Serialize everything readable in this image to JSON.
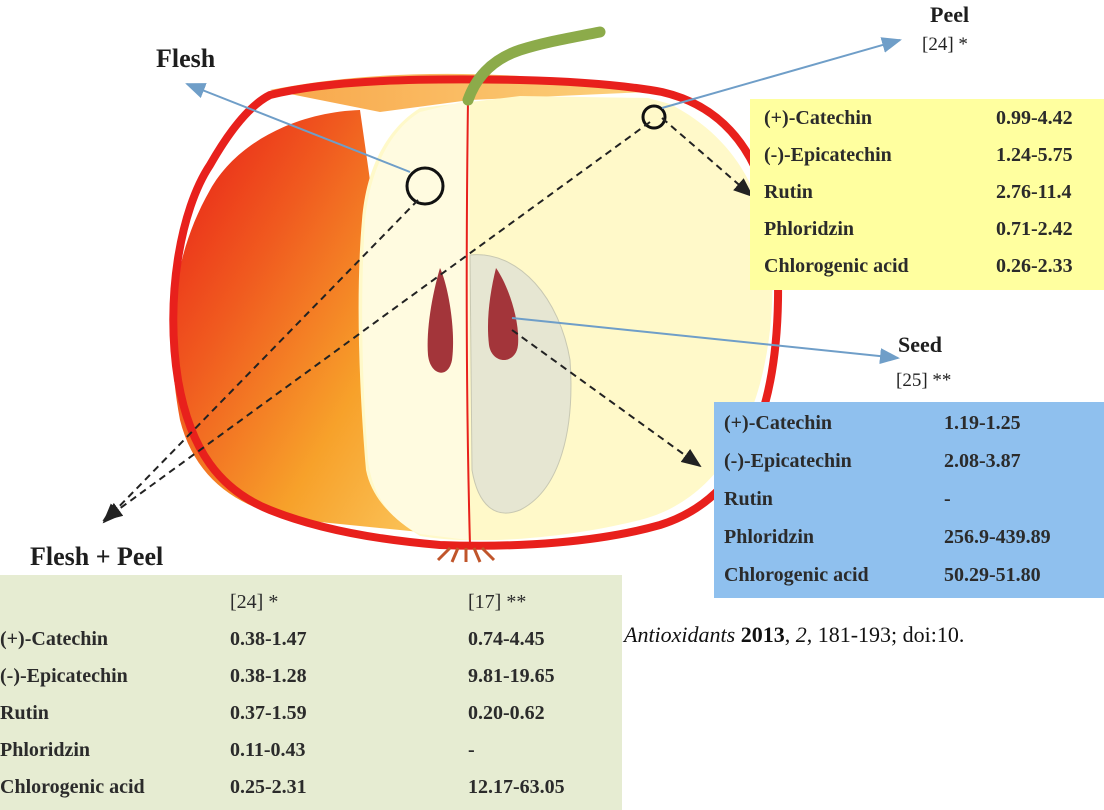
{
  "labels": {
    "flesh": "Flesh",
    "peel": "Peel",
    "peel_ref": "[24] *",
    "seed": "Seed",
    "seed_ref": "[25] **",
    "flesh_peel": "Flesh + Peel"
  },
  "peel_table": {
    "rows": [
      {
        "compound": "(+)-Catechin",
        "value": "0.99-4.42"
      },
      {
        "compound": "(-)-Epicatechin",
        "value": "1.24-5.75"
      },
      {
        "compound": "Rutin",
        "value": "2.76-11.4"
      },
      {
        "compound": "Phloridzin",
        "value": "0.71-2.42"
      },
      {
        "compound": "Chlorogenic acid",
        "value": "0.26-2.33"
      }
    ]
  },
  "seed_table": {
    "rows": [
      {
        "compound": "(+)-Catechin",
        "value": "1.19-1.25"
      },
      {
        "compound": "(-)-Epicatechin",
        "value": "2.08-3.87"
      },
      {
        "compound": "Rutin",
        "value": "-"
      },
      {
        "compound": "Phloridzin",
        "value": "256.9-439.89"
      },
      {
        "compound": "Chlorogenic acid",
        "value": "50.29-51.80"
      }
    ]
  },
  "flesh_peel_table": {
    "headers": [
      "",
      "[24] *",
      "[17] **"
    ],
    "rows": [
      {
        "compound": "(+)-Catechin",
        "v1": "0.38-1.47",
        "v2": "0.74-4.45"
      },
      {
        "compound": "(-)-Epicatechin",
        "v1": "0.38-1.28",
        "v2": "9.81-19.65"
      },
      {
        "compound": "Rutin",
        "v1": "0.37-1.59",
        "v2": "0.20-0.62"
      },
      {
        "compound": "Phloridzin",
        "v1": "0.11-0.43",
        "v2": "-"
      },
      {
        "compound": "Chlorogenic acid",
        "v1": "0.25-2.31",
        "v2": "12.17-63.05"
      }
    ]
  },
  "citation": {
    "journal": "Antioxidants",
    "year": "2013",
    "volume": "2",
    "rest": ", 181-193; doi:10."
  },
  "colors": {
    "apple_outline": "#e8201c",
    "flesh": "#fff9c9",
    "stem": "#8cab4a",
    "seed": "#a3353a",
    "peel_panel": "#ffff9f",
    "seed_panel": "#8fc0ee",
    "flesh_peel_panel": "#e6ecd2",
    "arrow": "#6f9ec8"
  }
}
